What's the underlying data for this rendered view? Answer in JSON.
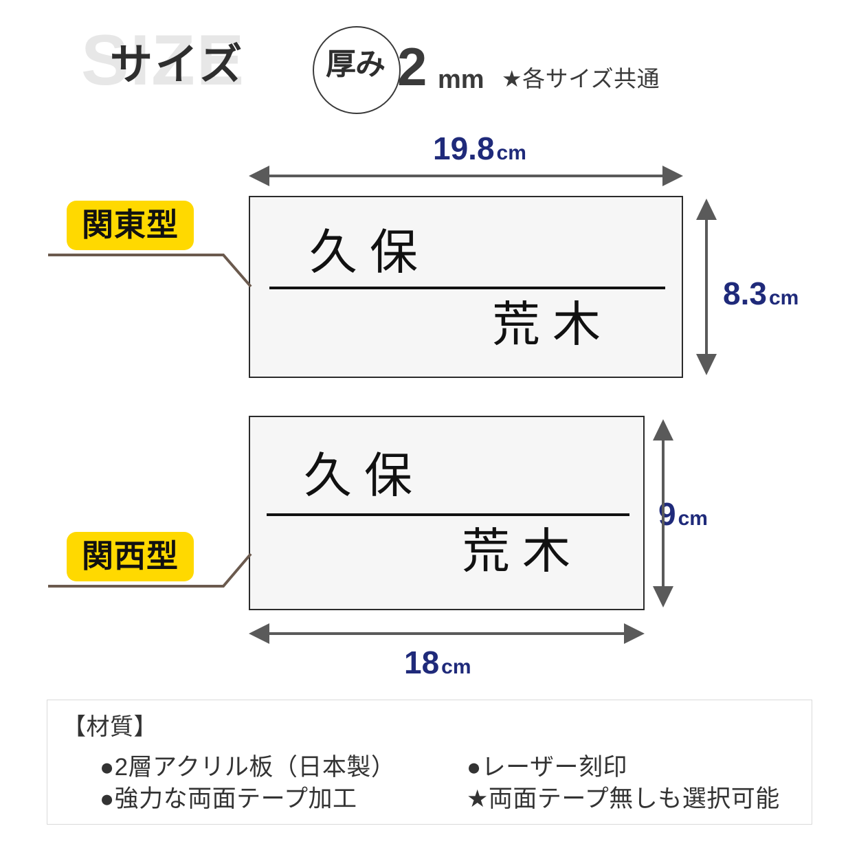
{
  "header": {
    "ghost_title": "SIZE",
    "title": "サイズ",
    "thickness_label": "厚み",
    "thickness_value": "2",
    "thickness_unit": "mm",
    "thickness_note": "★各サイズ共通"
  },
  "plates": [
    {
      "type_label": "関東型",
      "name_top": "久保",
      "name_bottom": "荒木",
      "width": {
        "value": "19.8",
        "unit": "cm"
      },
      "height": {
        "value": "8.3",
        "unit": "cm"
      }
    },
    {
      "type_label": "関西型",
      "name_top": "久保",
      "name_bottom": "荒木",
      "width": {
        "value": "18",
        "unit": "cm"
      },
      "height": {
        "value": "9",
        "unit": "cm"
      }
    }
  ],
  "material": {
    "title": "【材質】",
    "left_items": [
      "●2層アクリル板（日本製）",
      "●強力な両面テープ加工"
    ],
    "right_items": [
      "●レーザー刻印",
      "★両面テープ無しも選択可能"
    ]
  },
  "colors": {
    "badge_yellow": "#ffd900",
    "dimension_navy": "#1f2a7a",
    "plate_fill": "#f6f6f6",
    "leader_brown": "#6b5a4e",
    "arrow_gray": "#5a5a5a",
    "ghost_gray": "#e7e7e7"
  }
}
